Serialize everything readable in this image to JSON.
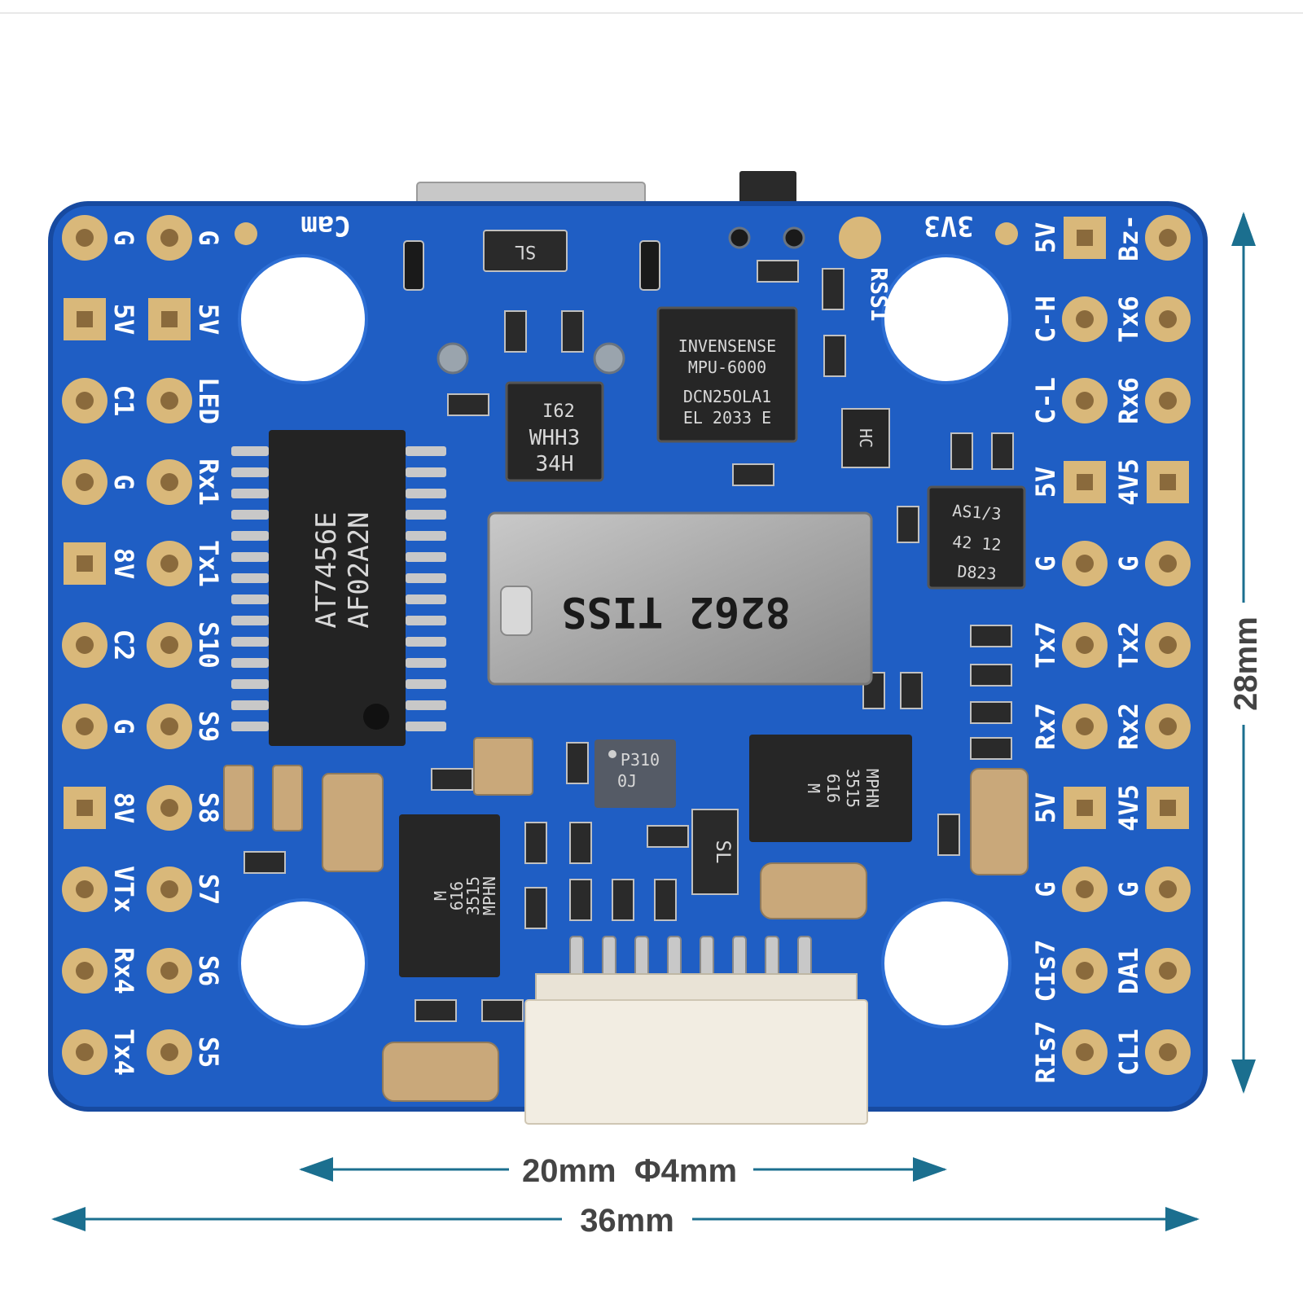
{
  "board": {
    "pcb_color": "#1f5ec4",
    "pcb_edge_color": "#174aa0",
    "pad_gold": "#d9b87a"
  },
  "labels": {
    "cam": "Cam",
    "v33": "3V3",
    "rssi": "RSSI",
    "left_outer": [
      "G",
      "5V",
      "C1",
      "G",
      "8V",
      "C2",
      "G",
      "8V",
      "VTx",
      "Rx4",
      "Tx4"
    ],
    "left_inner": [
      "G",
      "5V",
      "LED",
      "Rx1",
      "Tx1",
      "S10",
      "S9",
      "S8",
      "S7",
      "S6",
      "S5"
    ],
    "right_inner": [
      "5V",
      "C-H",
      "C-L",
      "5V",
      "G",
      "Tx7",
      "Rx7",
      "5V",
      "G",
      "CIs7",
      "RIs7"
    ],
    "right_outer": [
      "Bz-",
      "Tx6",
      "Rx6",
      "4V5",
      "G",
      "Tx2",
      "Rx2",
      "4V5",
      "G",
      "DA1",
      "CL1"
    ]
  },
  "chips": {
    "osd": [
      "AT7456E",
      "AF02A2N"
    ],
    "imu": [
      "INVENSENSE",
      "MPU-6000",
      "DCN25OLA1",
      "EL 2033 E"
    ],
    "baro": [
      "I62",
      "WHH3",
      "34H"
    ],
    "sensor": [
      "AS1/3",
      "42 12",
      "D823"
    ],
    "sdcard": "8262 TISS",
    "regulator1": [
      "MPHN",
      "3515",
      "616",
      "M"
    ],
    "regulator2": [
      "MPHN",
      "3515",
      "616",
      "M"
    ],
    "diode1": "SL",
    "diode2": "SL",
    "small_chip": [
      "P310",
      "0J"
    ],
    "hc_chip": "HC"
  },
  "dimensions": {
    "height": "28mm",
    "hole_spacing": "20mm  Φ4mm",
    "width": "36mm"
  }
}
